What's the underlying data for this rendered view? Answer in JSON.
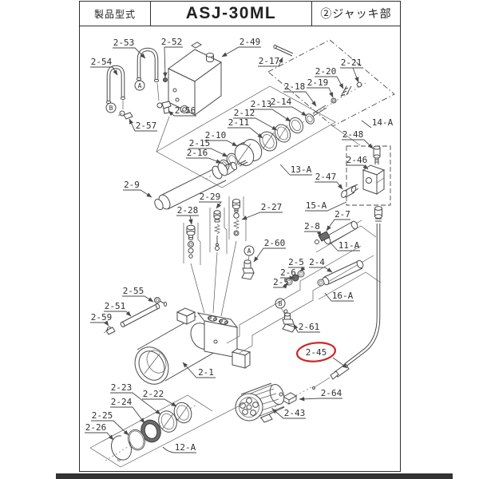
{
  "header": {
    "model_label": "製品型式",
    "model_value": "ASJ-30ML",
    "section_label": "②ジャッキ部"
  },
  "diagram": {
    "highlight_color": "#cf2525",
    "line_color": "#4a4a4a",
    "labels": [
      {
        "text": "2-53"
      },
      {
        "text": "2-52"
      },
      {
        "text": "2-49"
      },
      {
        "text": "2-54"
      },
      {
        "text": "2-17"
      },
      {
        "text": "2-21"
      },
      {
        "text": "2-20"
      },
      {
        "text": "2-19"
      },
      {
        "text": "2-18"
      },
      {
        "text": "2-14"
      },
      {
        "text": "2-13"
      },
      {
        "text": "2-56"
      },
      {
        "text": "2-12"
      },
      {
        "text": "14-A"
      },
      {
        "text": "2-11"
      },
      {
        "text": "2-57"
      },
      {
        "text": "2-48"
      },
      {
        "text": "2-10"
      },
      {
        "text": "2-15"
      },
      {
        "text": "2-16"
      },
      {
        "text": "2-46"
      },
      {
        "text": "13-A"
      },
      {
        "text": "2-47"
      },
      {
        "text": "2-9"
      },
      {
        "text": "2-29"
      },
      {
        "text": "15-A"
      },
      {
        "text": "2-27"
      },
      {
        "text": "2-28"
      },
      {
        "text": "2-7"
      },
      {
        "text": "2-8"
      },
      {
        "text": "2-60"
      },
      {
        "text": "11-A"
      },
      {
        "text": "2-5"
      },
      {
        "text": "2-4"
      },
      {
        "text": "2-6"
      },
      {
        "text": "2-5"
      },
      {
        "text": "2-55"
      },
      {
        "text": "16-A"
      },
      {
        "text": "2-51"
      },
      {
        "text": "2-59"
      },
      {
        "text": "2-61"
      },
      {
        "text": "2-45"
      },
      {
        "text": "2-1"
      },
      {
        "text": "2-23"
      },
      {
        "text": "2-22"
      },
      {
        "text": "2-64"
      },
      {
        "text": "2-24"
      },
      {
        "text": "2-43"
      },
      {
        "text": "2-25"
      },
      {
        "text": "2-26"
      },
      {
        "text": "12-A"
      }
    ],
    "callouts": [
      {
        "text": "A"
      },
      {
        "text": "B"
      },
      {
        "text": "A"
      },
      {
        "text": "B"
      }
    ]
  }
}
